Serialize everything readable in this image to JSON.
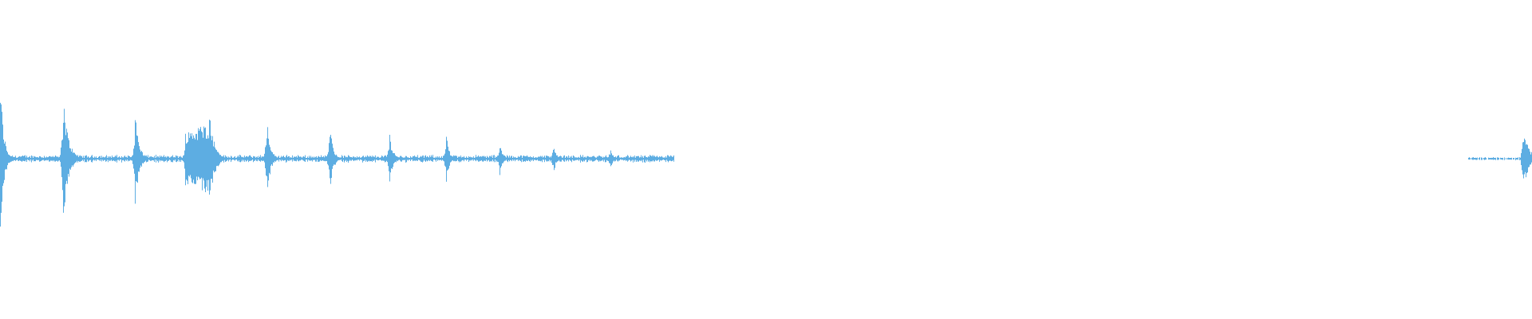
{
  "chart_data": {
    "type": "area",
    "description_kind": "audio waveform",
    "color": "#5dade2",
    "background": "#ffffff",
    "xlabel": "",
    "ylabel": "",
    "grid": false,
    "legend": "none",
    "ylim": [
      -1,
      1
    ],
    "xlim_pct_of_duration": [
      0,
      100
    ],
    "bursts": [
      {
        "onset_pct": 0.0,
        "peak_amplitude": 0.51,
        "attack_pct": 0.1,
        "decay_pct": 0.6,
        "sustain_pct": 0
      },
      {
        "onset_pct": 4.1,
        "peak_amplitude": 0.42,
        "attack_pct": 0.2,
        "decay_pct": 0.9,
        "sustain_pct": 0
      },
      {
        "onset_pct": 8.8,
        "peak_amplitude": 0.3,
        "attack_pct": 0.2,
        "decay_pct": 0.7,
        "sustain_pct": 0
      },
      {
        "onset_pct": 12.1,
        "peak_amplitude": 0.35,
        "attack_pct": 0.1,
        "decay_pct": 0.9,
        "sustain_pct": 1.5,
        "sustain_amplitude": 0.2
      },
      {
        "onset_pct": 17.4,
        "peak_amplitude": 0.27,
        "attack_pct": 0.2,
        "decay_pct": 0.6,
        "sustain_pct": 0
      },
      {
        "onset_pct": 21.5,
        "peak_amplitude": 0.23,
        "attack_pct": 0.2,
        "decay_pct": 0.6,
        "sustain_pct": 0
      },
      {
        "onset_pct": 25.4,
        "peak_amplitude": 0.17,
        "attack_pct": 0.2,
        "decay_pct": 0.6,
        "sustain_pct": 0
      },
      {
        "onset_pct": 29.1,
        "peak_amplitude": 0.17,
        "attack_pct": 0.2,
        "decay_pct": 0.5,
        "sustain_pct": 0
      },
      {
        "onset_pct": 32.6,
        "peak_amplitude": 0.12,
        "attack_pct": 0.2,
        "decay_pct": 0.5,
        "sustain_pct": 0
      },
      {
        "onset_pct": 36.1,
        "peak_amplitude": 0.12,
        "attack_pct": 0.2,
        "decay_pct": 0.4,
        "sustain_pct": 0
      },
      {
        "onset_pct": 39.8,
        "peak_amplitude": 0.07,
        "attack_pct": 0.2,
        "decay_pct": 0.5,
        "sustain_pct": 0
      },
      {
        "onset_pct": 99.4,
        "peak_amplitude": 0.2,
        "attack_pct": 0.2,
        "decay_pct": 1.0,
        "sustain_pct": 0
      }
    ],
    "noise_segments": [
      {
        "start_pct": 0,
        "end_pct": 44.0,
        "amplitude": 0.02
      },
      {
        "start_pct": 95.8,
        "end_pct": 99.4,
        "amplitude": 0.008
      }
    ]
  }
}
